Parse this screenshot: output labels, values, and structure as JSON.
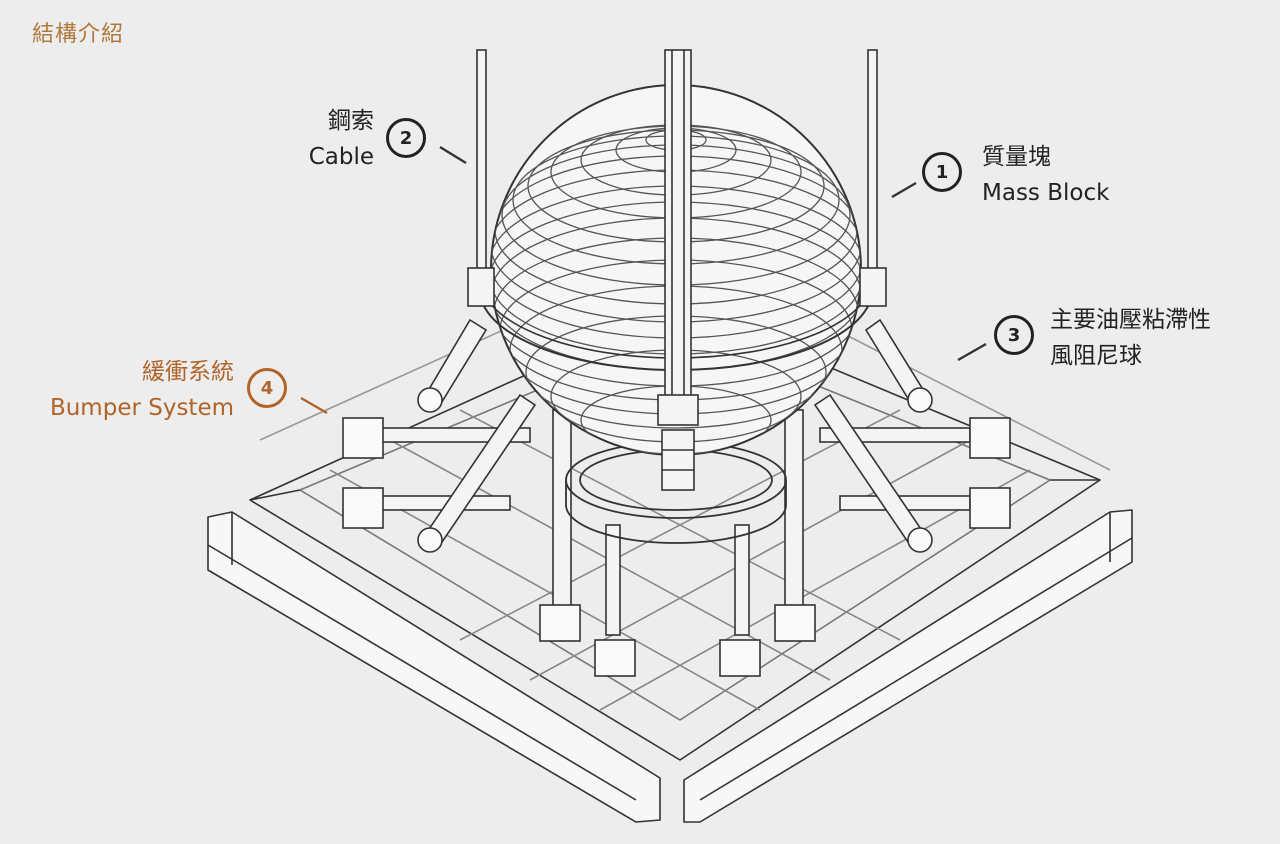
{
  "section_title": "結構介紹",
  "callouts": {
    "mass_block": {
      "number": "1",
      "zh": "質量塊",
      "en": "Mass Block"
    },
    "cable": {
      "number": "2",
      "zh": "鋼索",
      "en": "Cable"
    },
    "damper": {
      "number": "3",
      "zh_line1": "主要油壓粘滯性",
      "zh_line2": "風阻尼球"
    },
    "bumper": {
      "number": "4",
      "zh": "緩衝系統",
      "en": "Bumper System"
    }
  },
  "colors": {
    "background": "#ededed",
    "line": "#333333",
    "title_accent": "#b07a3e",
    "bumper_accent": "#b0642a"
  }
}
